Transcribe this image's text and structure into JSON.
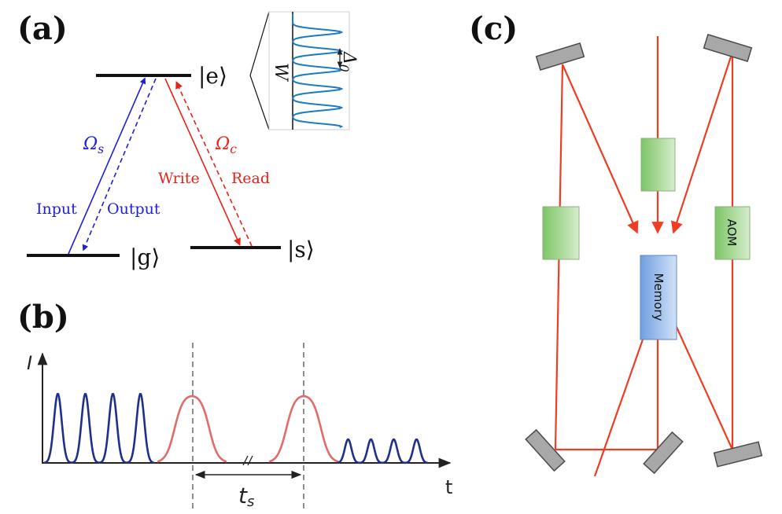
{
  "colors": {
    "blue": "#1f1fd6",
    "red": "#e8221a",
    "beam": "#ee3d22",
    "pulse_blue": "#1e2f8c",
    "pulse_red": "#e26b6b",
    "comb": "#1b7bc0",
    "green_box": "#8ccc72",
    "memory_box": "#8fb3e6",
    "mirror": "#9a9a9a"
  },
  "panel_a": {
    "label": "(a)",
    "ket_e": "|e⟩",
    "ket_g": "|g⟩",
    "ket_s": "|s⟩",
    "omega_s": "Ωs",
    "omega_c": "Ωc",
    "input": "Input",
    "output": "Output",
    "write": "Write",
    "read": "Read",
    "inset_w": "W",
    "inset_delta": "Δ0"
  },
  "panel_b": {
    "label": "(b)",
    "y_axis": "I",
    "x_axis": "t",
    "interval": "ts",
    "input_pulses": 4,
    "output_pulses": 4
  },
  "panel_c": {
    "label": "(c)",
    "memory": "Memory",
    "aom": "AOM"
  }
}
